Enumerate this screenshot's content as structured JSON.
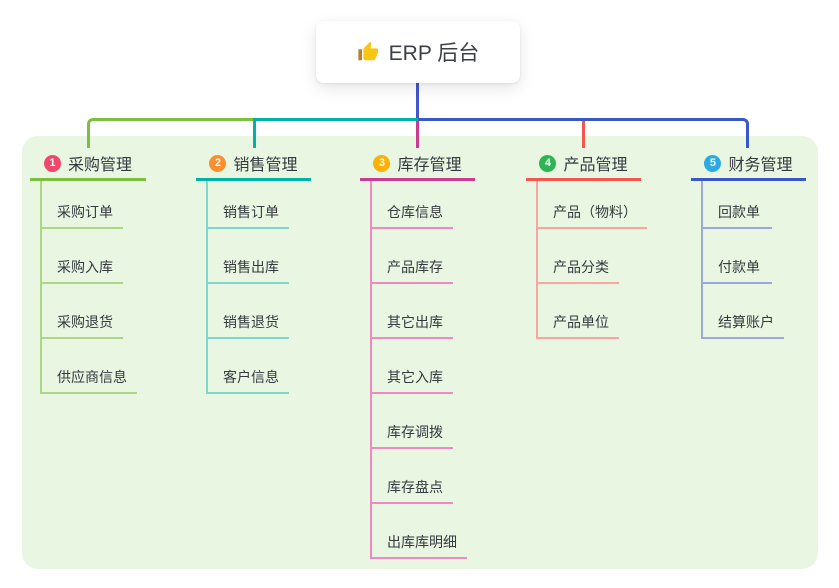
{
  "root": {
    "title": "ERP 后台",
    "icon": "thumbs-up-icon",
    "icon_colors": {
      "hand": "#f9c513",
      "cuff": "#c07b2d"
    }
  },
  "theme": {
    "page_background": "#ffffff",
    "panel_background": "#e9f6e2",
    "root_connector_color": "#4356cb",
    "text_color": "#35393f"
  },
  "branches": [
    {
      "badge": "1",
      "label": "采购管理",
      "colors": {
        "badge": "#f0486c",
        "main": "#7cbf3f",
        "light": "#abd787"
      },
      "children": [
        "采购订单",
        "采购入库",
        "采购退货",
        "供应商信息"
      ]
    },
    {
      "badge": "2",
      "label": "销售管理",
      "colors": {
        "badge": "#ff8f2d",
        "main": "#00b3a4",
        "light": "#7fd6cb"
      },
      "children": [
        "销售订单",
        "销售出库",
        "销售退货",
        "客户信息"
      ]
    },
    {
      "badge": "3",
      "label": "库存管理",
      "colors": {
        "badge": "#ffb005",
        "main": "#cb3c90",
        "light": "#f088c2"
      },
      "children": [
        "仓库信息",
        "产品库存",
        "其它出库",
        "其它入库",
        "库存调拨",
        "库存盘点",
        "出库库明细"
      ]
    },
    {
      "badge": "4",
      "label": "产品管理",
      "colors": {
        "badge": "#2db453",
        "main": "#f4564e",
        "light": "#f9a5a0"
      },
      "children": [
        "产品（物料）",
        "产品分类",
        "产品单位"
      ]
    },
    {
      "badge": "5",
      "label": "财务管理",
      "colors": {
        "badge": "#2babe2",
        "main": "#3a57c8",
        "light": "#9aa8de"
      },
      "children": [
        "回款单",
        "付款单",
        "结算账户"
      ]
    }
  ]
}
